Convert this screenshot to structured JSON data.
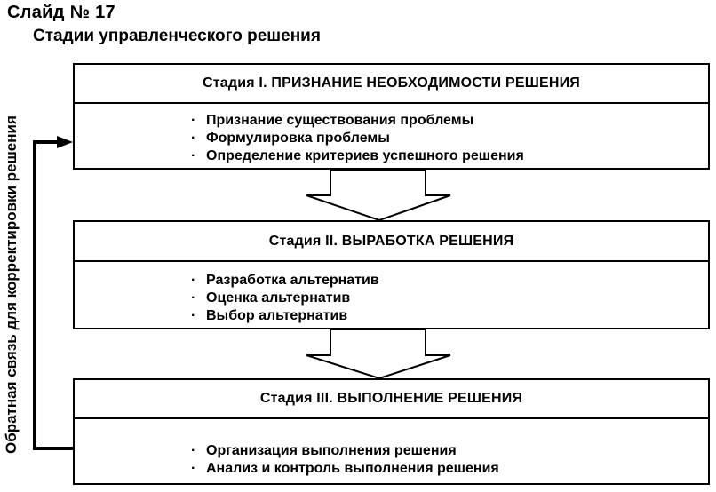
{
  "slide_label": "Слайд № 17",
  "title": "Стадии управленческого решения",
  "stages": [
    {
      "heading": "Стадия I. ПРИЗНАНИЕ НЕОБХОДИМОСТИ РЕШЕНИЯ",
      "items": [
        "Признание существования проблемы",
        "Формулировка проблемы",
        "Определение критериев успешного решения"
      ]
    },
    {
      "heading": "Стадия II. ВЫРАБОТКА РЕШЕНИЯ",
      "items": [
        "Разработка альтернатив",
        "Оценка альтернатив",
        "Выбор альтернатив"
      ]
    },
    {
      "heading": "Стадия III. ВЫПОЛНЕНИЕ РЕШЕНИЯ",
      "items": [
        "Организация выполнения решения",
        "Анализ и контроль выполнения решения"
      ]
    }
  ],
  "bullet": "·",
  "feedback_label": "Обратная связь для корректировки решения"
}
